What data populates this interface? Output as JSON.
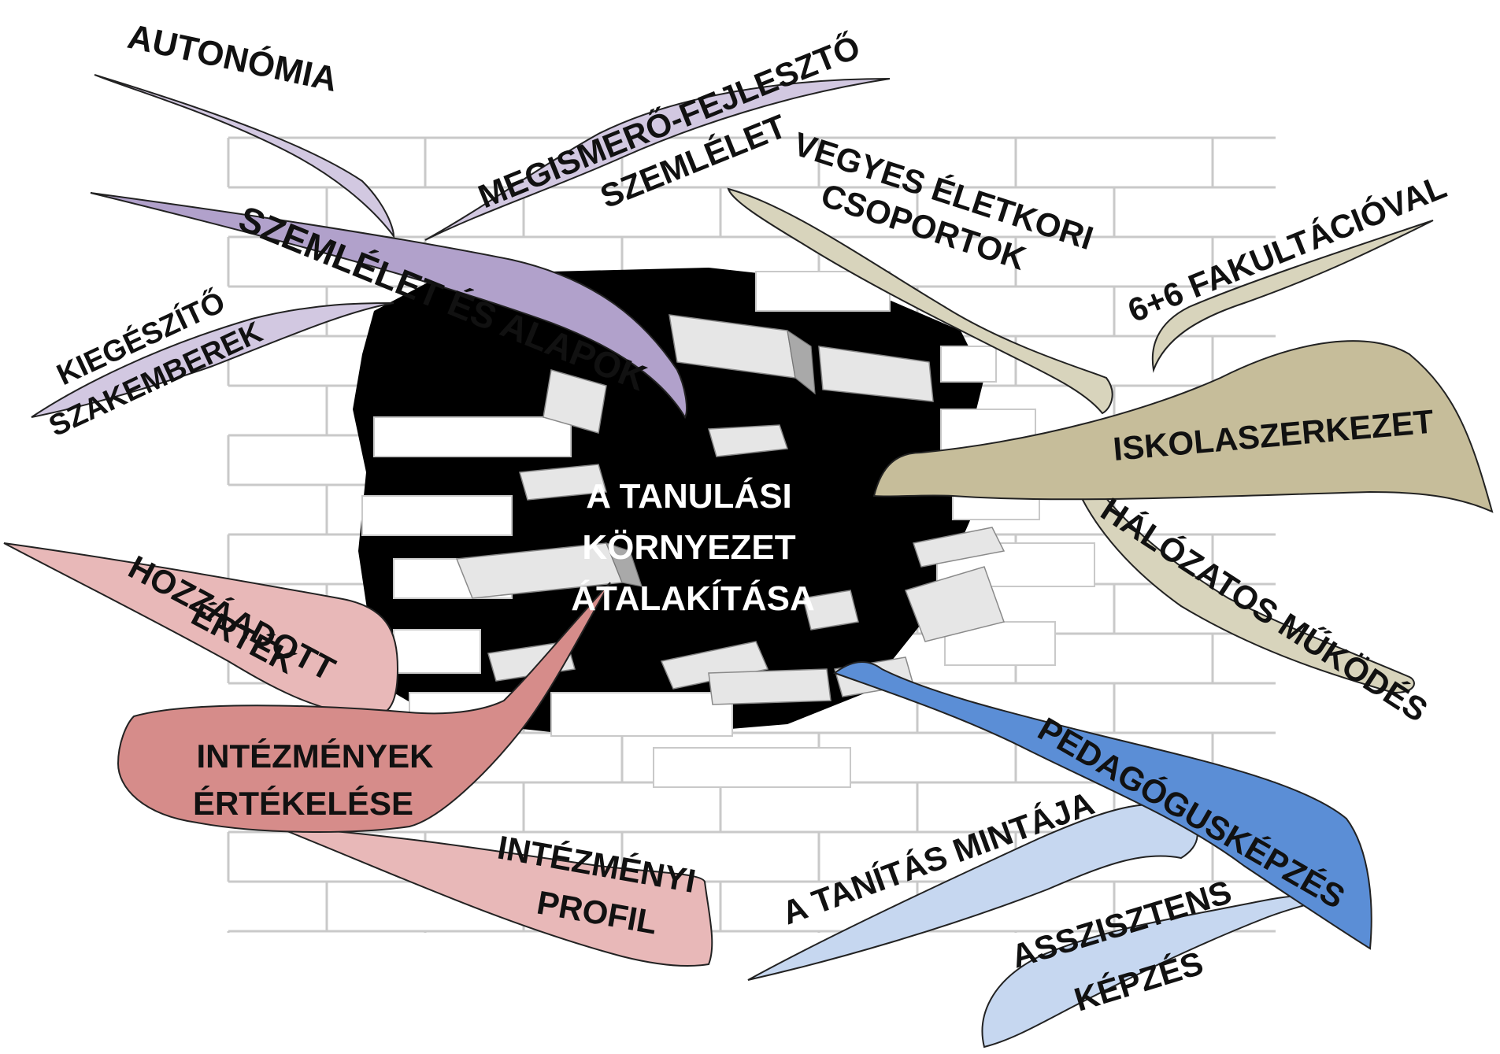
{
  "center": {
    "line1": "A TANULÁSI",
    "line2": "KÖRNYEZET",
    "line3": "ÁTALAKÍTÁSA"
  },
  "colors": {
    "purple_light": "#d2c8e1",
    "purple": "#b1a1cb",
    "khaki": "#d8d4bc",
    "khaki_dark": "#c6bd9a",
    "pink_light": "#e8b8b8",
    "pink": "#d68c8a",
    "blue": "#5b8ed6",
    "blue_light": "#c6d7f0",
    "hole": "#000000",
    "wall_lines": "#c9c9c9"
  },
  "labels": {
    "autonomia": "AUTONÓMIA",
    "megismero_line1": "MEGISMERŐ-FEJLESZTŐ",
    "megismero_line2": "SZEMLÉLET",
    "szemlelet_alapok": "SZEMLÉLET ÉS ALAPOK",
    "kiegeszito_line1": "KIEGÉSZÍTŐ",
    "kiegeszito_line2": "SZAKEMBEREK",
    "vegyes_line1": "VEGYES ÉLETKORI",
    "vegyes_line2": "CSOPORTOK",
    "fakultacio": "6+6 FAKULTÁCIÓVAL",
    "iskolaszerkezet": "ISKOLASZERKEZET",
    "halozatos": "HÁLÓZATOS MŰKÖDÉS",
    "hozzaadott_line1": "HOZZÁADOTT",
    "hozzaadott_line2": "ÉRTÉK",
    "intezmenyek_line1": "INTÉZMÉNYEK",
    "intezmenyek_line2": "ÉRTÉKELÉSE",
    "intezmenyi_line1": "INTÉZMÉNYI",
    "intezmenyi_line2": "PROFIL",
    "pedagogus": "PEDAGÓGUSKÉPZÉS",
    "tanitas": "A TANÍTÁS MINTÁJA",
    "asszisztens_line1": "ASSZISZTENS",
    "asszisztens_line2": "KÉPZÉS"
  }
}
